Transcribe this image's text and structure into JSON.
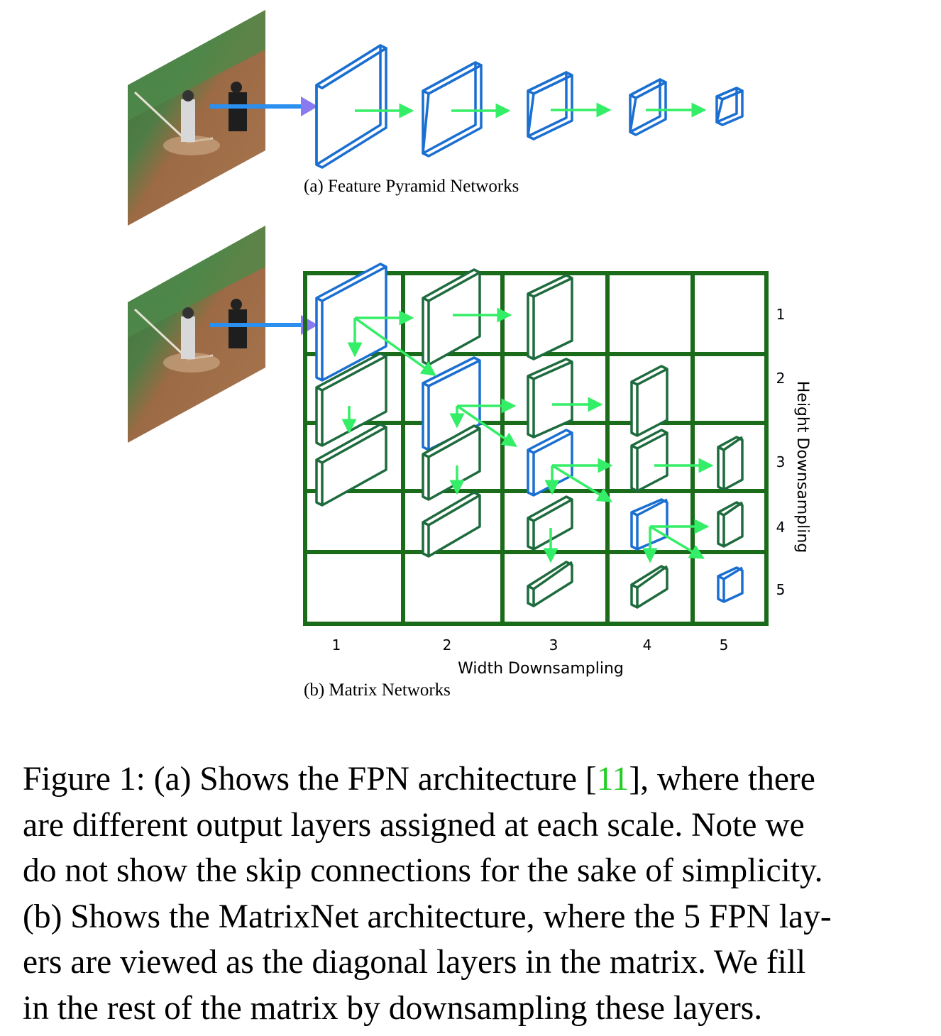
{
  "panel_a": {
    "caption": "(a) Feature Pyramid Networks"
  },
  "panel_b": {
    "caption": "(b) Matrix Networks",
    "x_axis_label": "Width Downsampling",
    "y_axis_label": "Height Downsampling",
    "col_ticks": [
      "1",
      "2",
      "3",
      "4",
      "5"
    ],
    "row_ticks": [
      "1",
      "2",
      "3",
      "4",
      "5"
    ]
  },
  "caption": {
    "lines": [
      [
        "Figure 1: (a) Shows the FPN architecture [",
        "11",
        "], where there"
      ],
      [
        "are different output layers assigned at each scale. Note we"
      ],
      [
        "do not show the skip connections for the sake of simplicity."
      ],
      [
        "(b) Shows the MatrixNet architecture, where the 5 FPN lay-"
      ],
      [
        "ers are viewed as the diagonal layers in the matrix. We fill"
      ],
      [
        "in the rest of the matrix by downsampling these layers."
      ]
    ]
  },
  "colors": {
    "fpn_layer": "#1a6fd1",
    "matrix_layer": "#1e6b3d",
    "grid": "#1a6b1a",
    "arrow": "#33ee66",
    "input_arrow": "#2b8ff0",
    "citation": "#22cc22"
  }
}
